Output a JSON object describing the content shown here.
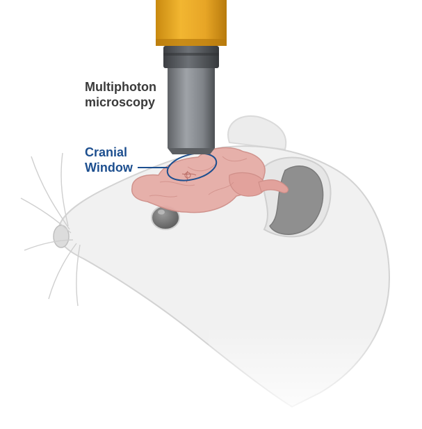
{
  "labels": {
    "microscopy_line1": "Multiphoton",
    "microscopy_line2": "microscopy",
    "cranial_line1": "Cranial",
    "cranial_line2": "Window"
  },
  "colors": {
    "microscopy_text": "#3a3a3a",
    "cranial_text": "#1d4f8f",
    "objective_gold": "#e0a021",
    "brain_pink": "#e4a9a4",
    "mouse_body": "#f0f0f0",
    "mouse_outline": "#cfcfcf",
    "eye": "#6b6b6b",
    "ear_inner": "#8a8a8a",
    "window_outline": "#1d4f8f"
  },
  "icons": {
    "objective": "microscope-objective-icon",
    "mouse": "mouse-head-icon",
    "brain": "brain-icon"
  }
}
